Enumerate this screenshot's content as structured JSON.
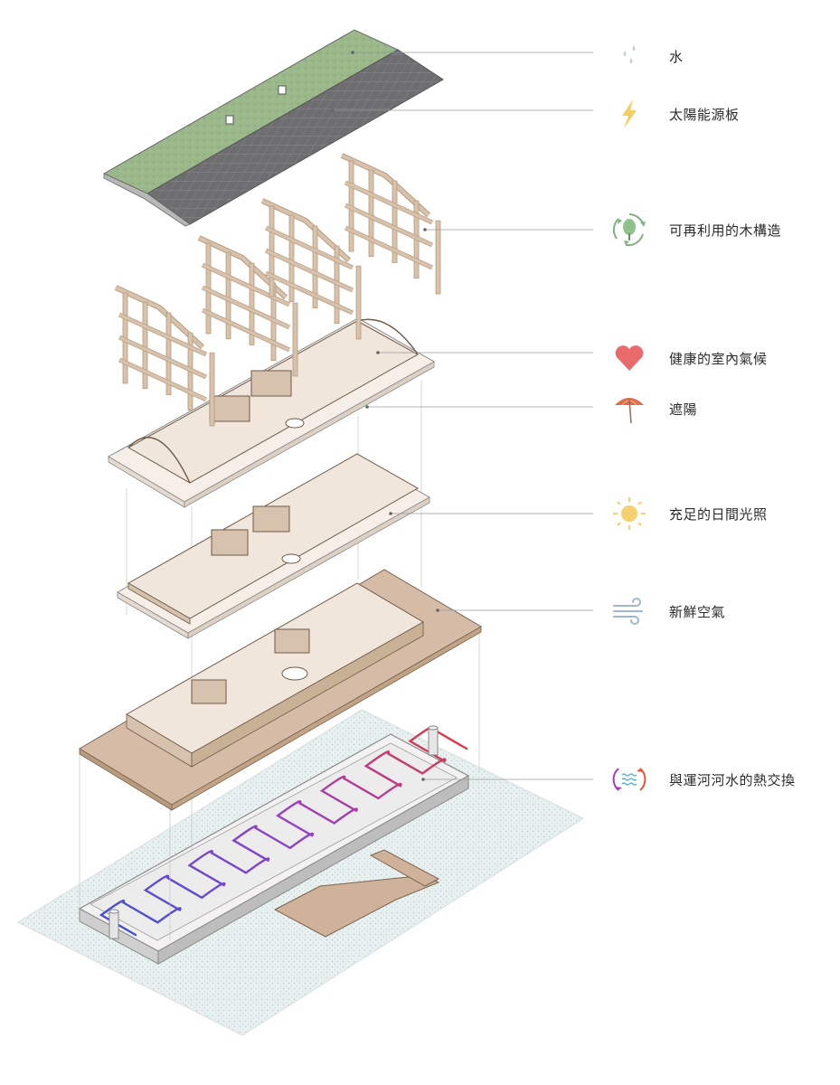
{
  "legend": [
    {
      "label": "水",
      "icon": "water-drops-icon"
    },
    {
      "label": "太陽能源板",
      "icon": "lightning-bolt-icon"
    },
    {
      "label": "可再利用的木構造",
      "icon": "recycle-tree-icon"
    },
    {
      "label": "健康的室內氣候",
      "icon": "heart-icon"
    },
    {
      "label": "遮陽",
      "icon": "umbrella-icon"
    },
    {
      "label": "充足的日間光照",
      "icon": "sun-icon"
    },
    {
      "label": "新鮮空氣",
      "icon": "wind-icon"
    },
    {
      "label": "與運河河水的熱交換",
      "icon": "heat-exchange-icon"
    }
  ],
  "colors": {
    "green_roof": "#9ab889",
    "solar_panel": "#6e6e70",
    "timber": "#d7c3ad",
    "timber_dark": "#b89a7c",
    "floor": "#f1e6dc",
    "deck": "#cfb299",
    "water": "#e4ecec",
    "pipe_warm": "#e23a3a",
    "pipe_cool": "#3d52d9",
    "heart": "#e96a6a",
    "sun": "#f6cf6f",
    "wind": "#9fb9cc",
    "umbrella": "#e06d4a"
  }
}
